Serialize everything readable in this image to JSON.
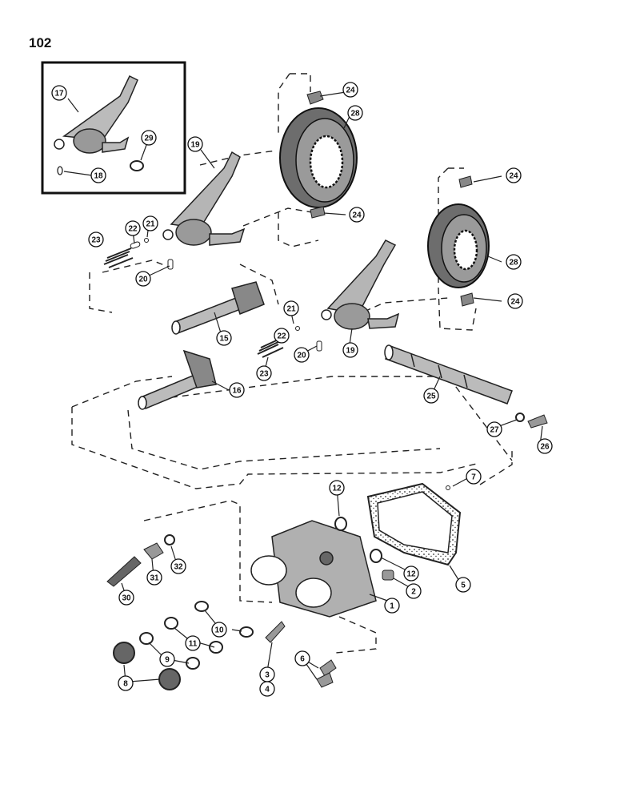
{
  "page_number": "102",
  "callouts": [
    "1",
    "2",
    "3",
    "4",
    "5",
    "6",
    "7",
    "8",
    "9",
    "10",
    "11",
    "12",
    "12",
    "15",
    "16",
    "17",
    "18",
    "19",
    "19",
    "20",
    "20",
    "21",
    "21",
    "22",
    "22",
    "23",
    "23",
    "24",
    "24",
    "24",
    "24",
    "25",
    "26",
    "27",
    "28",
    "28",
    "29",
    "30",
    "31",
    "32"
  ]
}
